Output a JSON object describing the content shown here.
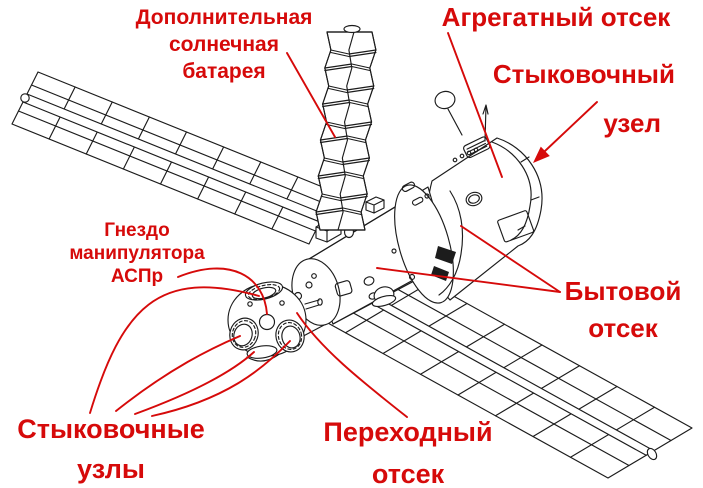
{
  "figure": {
    "kind": "annotated line drawing of a space station module",
    "language": "Russian"
  },
  "colors": {
    "annotation_red": "#d60a0a",
    "line_black": "#1c1c1c",
    "background": "#ffffff"
  },
  "labels": {
    "additional_solar_battery": {
      "lines": [
        "Дополнительная",
        "солнечная",
        "батарея"
      ]
    },
    "aggregate_compartment": {
      "lines": [
        "Агрегатный отсек"
      ]
    },
    "docking_unit": {
      "lines": [
        "Стыковочный",
        "узел"
      ]
    },
    "manipulator_socket": {
      "lines": [
        "Гнездо",
        "манипулятора",
        "АСПр"
      ]
    },
    "docking_units": {
      "lines": [
        "Стыковочные",
        "узлы"
      ]
    },
    "transfer_compartment": {
      "lines": [
        "Переходный",
        "отсек"
      ]
    },
    "living_compartment": {
      "lines": [
        "Бытовой",
        "отсек"
      ]
    }
  }
}
